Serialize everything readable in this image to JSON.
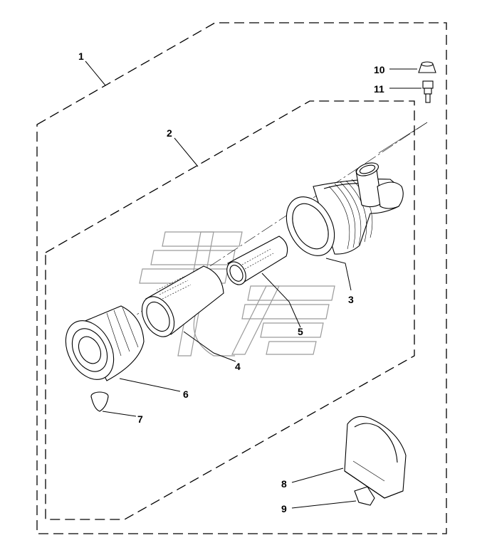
{
  "diagram": {
    "callouts": [
      {
        "id": "1",
        "label": "1"
      },
      {
        "id": "2",
        "label": "2"
      },
      {
        "id": "3",
        "label": "3"
      },
      {
        "id": "4",
        "label": "4"
      },
      {
        "id": "5",
        "label": "5"
      },
      {
        "id": "6",
        "label": "6"
      },
      {
        "id": "7",
        "label": "7"
      },
      {
        "id": "8",
        "label": "8"
      },
      {
        "id": "9",
        "label": "9"
      },
      {
        "id": "10",
        "label": "10"
      },
      {
        "id": "11",
        "label": "11"
      }
    ],
    "colors": {
      "ink": "#000000",
      "watermark": "#9a9a9a",
      "background": "#ffffff"
    }
  }
}
